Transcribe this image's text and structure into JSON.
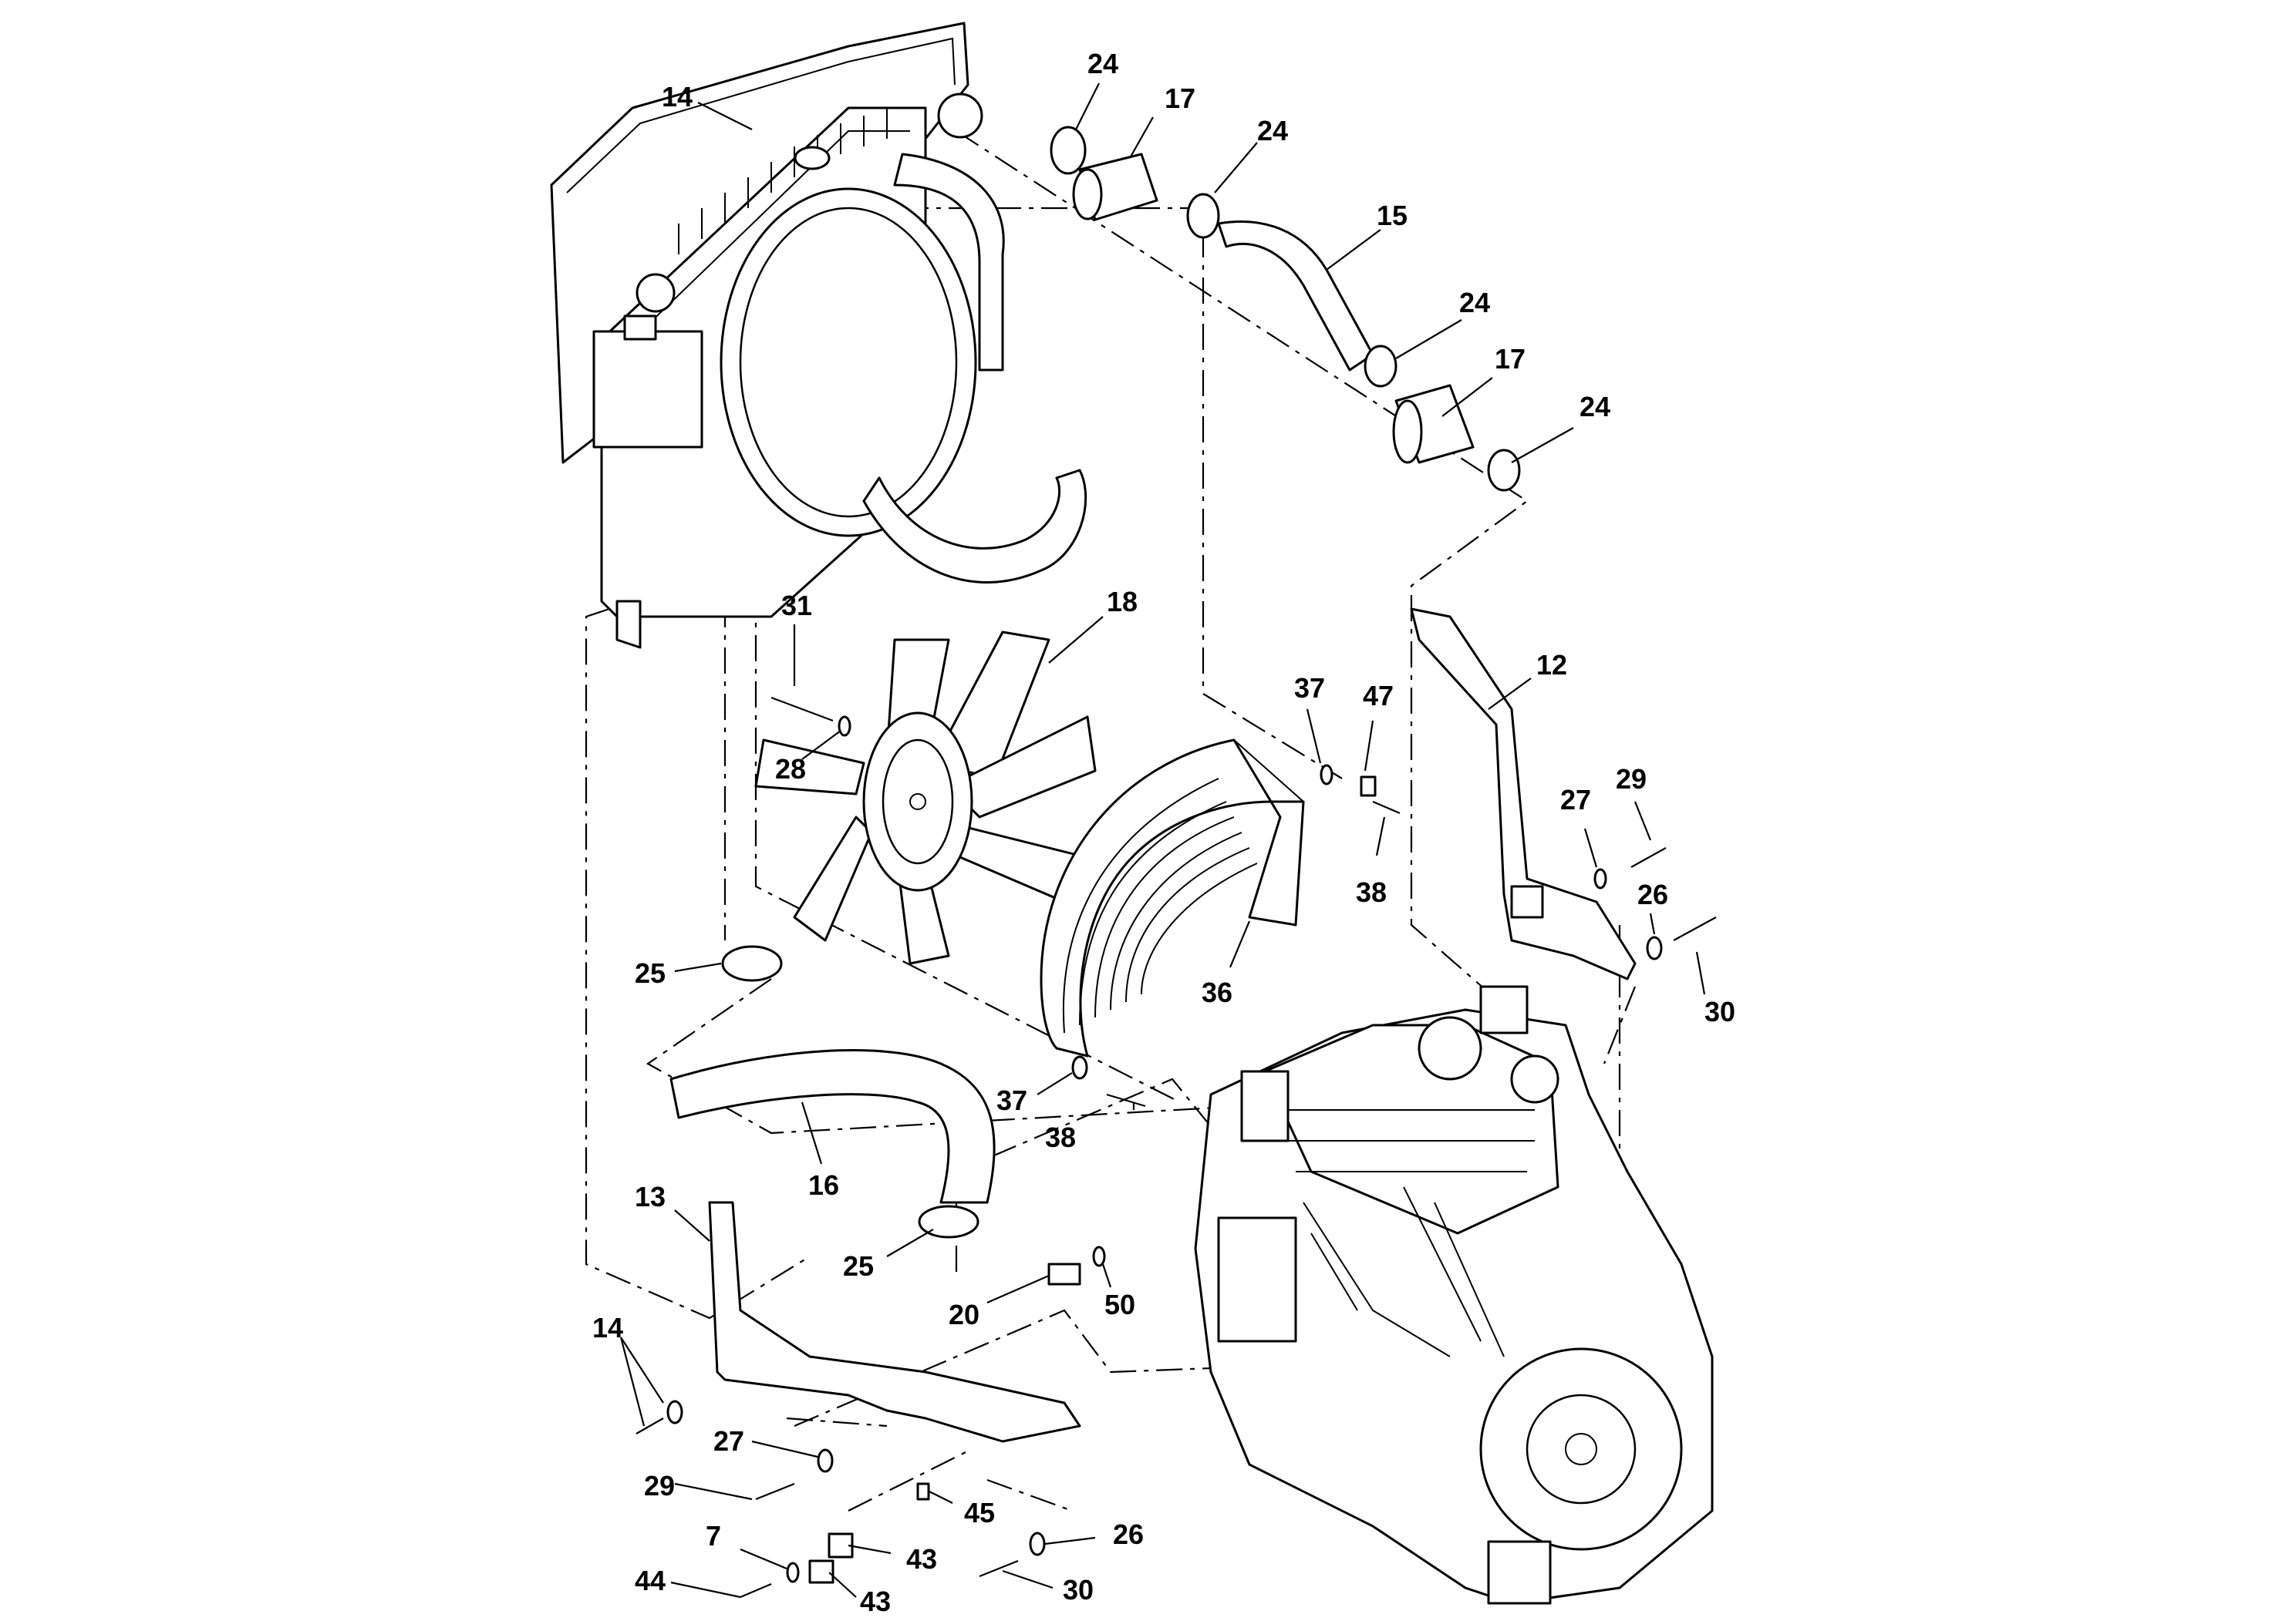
{
  "callouts": [
    {
      "id": "c14a",
      "text": "14"
    },
    {
      "id": "c24a",
      "text": "24"
    },
    {
      "id": "c17a",
      "text": "17"
    },
    {
      "id": "c24b",
      "text": "24"
    },
    {
      "id": "c15",
      "text": "15"
    },
    {
      "id": "c24c",
      "text": "24"
    },
    {
      "id": "c17b",
      "text": "17"
    },
    {
      "id": "c24d",
      "text": "24"
    },
    {
      "id": "c18",
      "text": "18"
    },
    {
      "id": "c31",
      "text": "31"
    },
    {
      "id": "c28",
      "text": "28"
    },
    {
      "id": "c37a",
      "text": "37"
    },
    {
      "id": "c47",
      "text": "47"
    },
    {
      "id": "c38a",
      "text": "38"
    },
    {
      "id": "c12",
      "text": "12"
    },
    {
      "id": "c29a",
      "text": "29"
    },
    {
      "id": "c27a",
      "text": "27"
    },
    {
      "id": "c26a",
      "text": "26"
    },
    {
      "id": "c30a",
      "text": "30"
    },
    {
      "id": "c36",
      "text": "36"
    },
    {
      "id": "c25a",
      "text": "25"
    },
    {
      "id": "c37b",
      "text": "37"
    },
    {
      "id": "c38b",
      "text": "38"
    },
    {
      "id": "c16",
      "text": "16"
    },
    {
      "id": "c13",
      "text": "13"
    },
    {
      "id": "c25b",
      "text": "25"
    },
    {
      "id": "c20",
      "text": "20"
    },
    {
      "id": "c50",
      "text": "50"
    },
    {
      "id": "c14b",
      "text": "14"
    },
    {
      "id": "c27b",
      "text": "27"
    },
    {
      "id": "c29b",
      "text": "29"
    },
    {
      "id": "c45",
      "text": "45"
    },
    {
      "id": "c7",
      "text": "7"
    },
    {
      "id": "c43a",
      "text": "43"
    },
    {
      "id": "c43b",
      "text": "43"
    },
    {
      "id": "c44",
      "text": "44"
    },
    {
      "id": "c26b",
      "text": "26"
    },
    {
      "id": "c30b",
      "text": "30"
    }
  ]
}
